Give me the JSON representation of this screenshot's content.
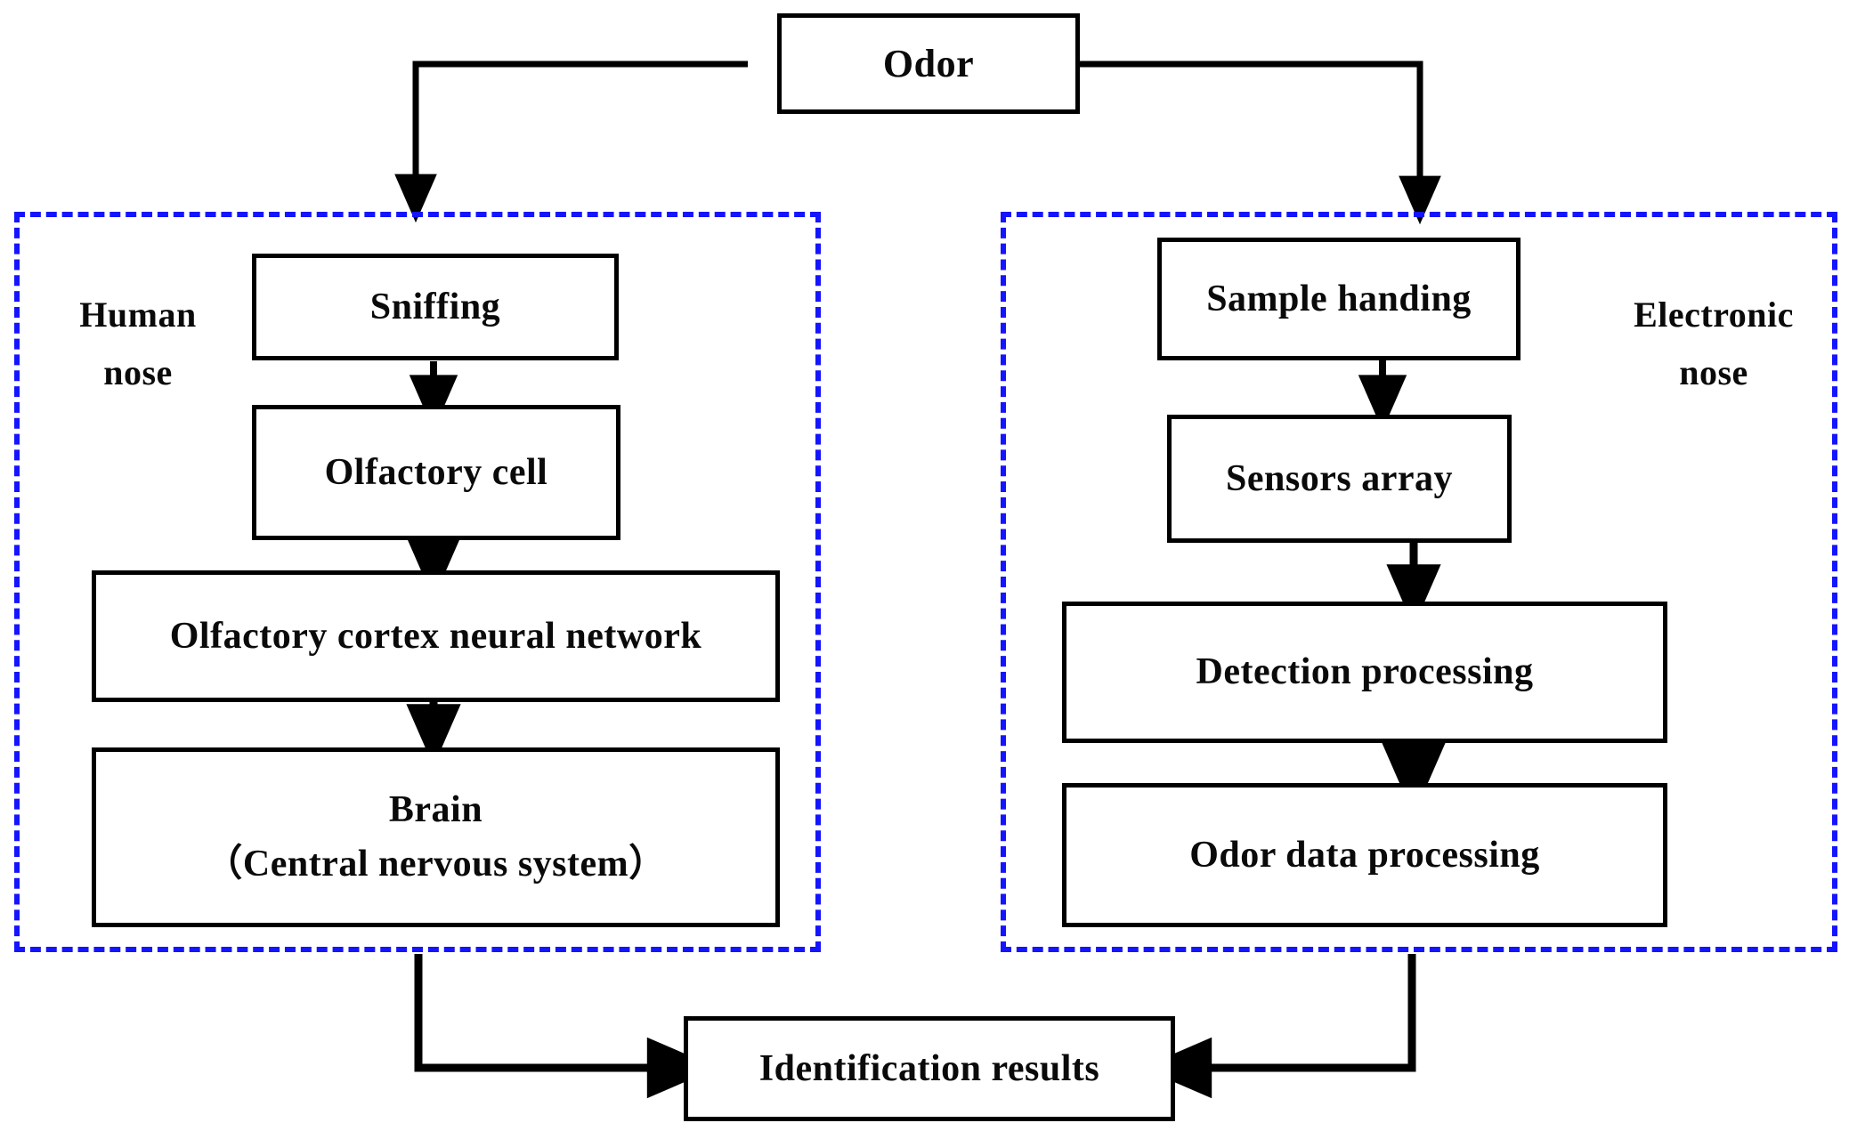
{
  "diagram": {
    "title_text": "Odor",
    "accent_dashed_color": "#1414ff",
    "line_color": "#000000",
    "background": "#ffffff",
    "source_node": {
      "id": "odor",
      "label": "Odor"
    },
    "groups": [
      {
        "id": "human-nose",
        "label": "Human\nnose",
        "border_style": "dashed",
        "border_color": "#1414ff",
        "nodes": [
          {
            "id": "sniffing",
            "label": "Sniffing"
          },
          {
            "id": "olfactory-cell",
            "label": "Olfactory cell"
          },
          {
            "id": "olfactory-cortex",
            "label": "Olfactory cortex neural network"
          },
          {
            "id": "brain",
            "label": "Brain\n（Central nervous system）"
          }
        ]
      },
      {
        "id": "electronic-nose",
        "label": "Electronic\nnose",
        "border_style": "dashed",
        "border_color": "#1414ff",
        "nodes": [
          {
            "id": "sample-handing",
            "label": "Sample handing"
          },
          {
            "id": "sensors-array",
            "label": "Sensors array"
          },
          {
            "id": "detection-processing",
            "label": "Detection processing"
          },
          {
            "id": "odor-data-processing",
            "label": "Odor data processing"
          }
        ]
      }
    ],
    "result_node": {
      "id": "identification-results",
      "label": "Identification results"
    },
    "edges": [
      {
        "from": "odor",
        "to": "human-nose",
        "style": "elbow-left-down"
      },
      {
        "from": "odor",
        "to": "electronic-nose",
        "style": "elbow-right-down"
      },
      {
        "from": "sniffing",
        "to": "olfactory-cell",
        "style": "down"
      },
      {
        "from": "olfactory-cell",
        "to": "olfactory-cortex",
        "style": "down"
      },
      {
        "from": "olfactory-cortex",
        "to": "brain",
        "style": "down"
      },
      {
        "from": "sample-handing",
        "to": "sensors-array",
        "style": "down"
      },
      {
        "from": "sensors-array",
        "to": "detection-processing",
        "style": "down"
      },
      {
        "from": "detection-processing",
        "to": "odor-data-processing",
        "style": "down"
      },
      {
        "from": "human-nose",
        "to": "identification-results",
        "style": "elbow-down-right"
      },
      {
        "from": "electronic-nose",
        "to": "identification-results",
        "style": "elbow-down-left"
      }
    ]
  }
}
